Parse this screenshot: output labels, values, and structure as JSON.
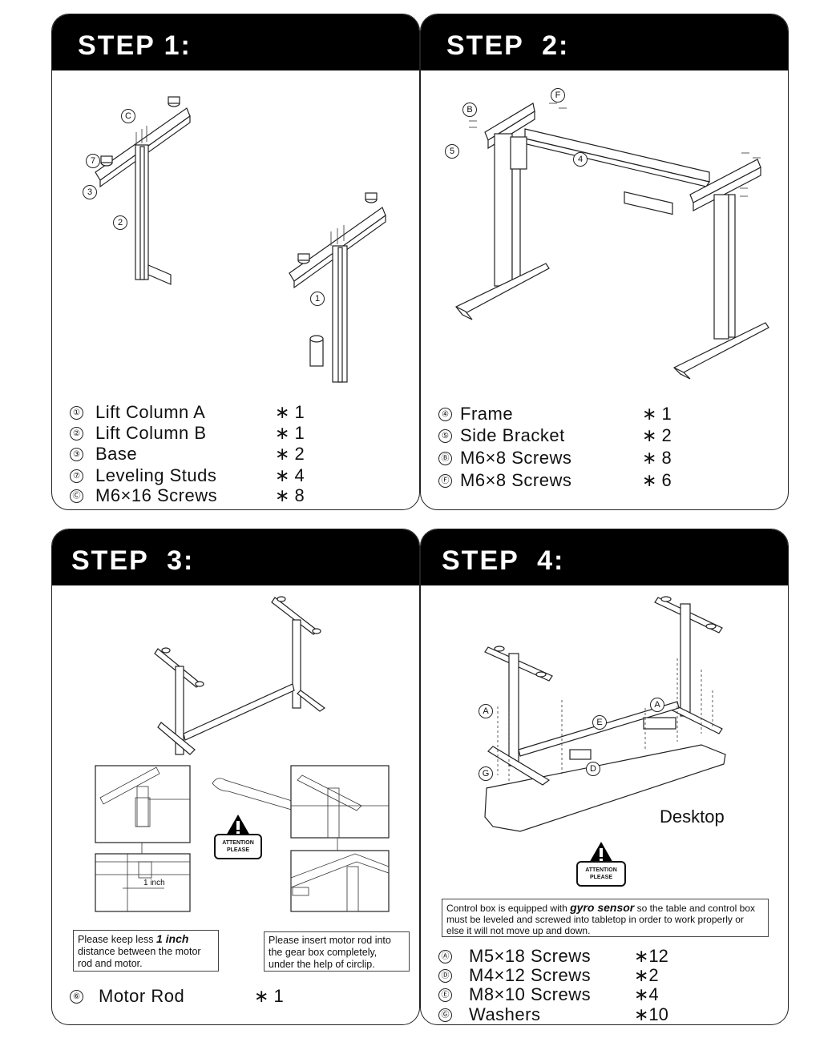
{
  "steps": [
    {
      "title": "STEP 1:",
      "parts": [
        {
          "mark": "①",
          "name": "Lift Column  A",
          "qty": "∗ 1"
        },
        {
          "mark": "②",
          "name": "Lift Column  B",
          "qty": "∗ 1"
        },
        {
          "mark": "③",
          "name": "Base",
          "qty": "∗ 2"
        },
        {
          "mark": "⑦",
          "name": "Leveling Studs",
          "qty": "∗ 4"
        },
        {
          "mark": "Ⓒ",
          "name": "M6×16  Screws",
          "qty": "∗ 8"
        }
      ],
      "callouts": {
        "c": "C",
        "seven": "7",
        "three": "3",
        "two": "2",
        "one": "1"
      }
    },
    {
      "title": "STEP  2:",
      "parts": [
        {
          "mark": "④",
          "name": "Frame",
          "qty": "∗ 1"
        },
        {
          "mark": "⑤",
          "name": "Side Bracket",
          "qty": "∗ 2"
        },
        {
          "mark": "Ⓑ",
          "name": "M6×8 Screws",
          "qty": "∗ 8"
        },
        {
          "mark": "Ⓕ",
          "name": "M6×8 Screws",
          "qty": "∗ 6"
        }
      ],
      "callouts": {
        "b": "B",
        "f": "F",
        "five": "5",
        "four": "4"
      }
    },
    {
      "title": "STEP  3:",
      "parts": [
        {
          "mark": "⑥",
          "name": "Motor Rod",
          "qty": "∗ 1"
        }
      ],
      "notes": {
        "left_pre": "Please keep less ",
        "left_em": "1 inch",
        "left_post": " distance between the motor rod and motor.",
        "right": "Please insert motor rod into the gear box completely, under the help of circlip."
      },
      "inch_label": "1 inch",
      "attention": {
        "line1": "ATTENTION",
        "line2": "PLEASE"
      }
    },
    {
      "title": "STEP  4:",
      "parts": [
        {
          "mark": "Ⓐ",
          "name": "M5×18 Screws",
          "qty": "∗12"
        },
        {
          "mark": "Ⓓ",
          "name": "M4×12 Screws",
          "qty": "∗2"
        },
        {
          "mark": "Ⓔ",
          "name": "M8×10 Screws",
          "qty": "∗4"
        },
        {
          "mark": "Ⓖ",
          "name": "Washers",
          "qty": "∗10"
        }
      ],
      "desktop_label": "Desktop",
      "attention": {
        "line1": "ATTENTION",
        "line2": "PLEASE"
      },
      "note": {
        "pre": "Control box is equipped with ",
        "em": "gyro sensor",
        "post": " so the table and control box must be leveled and screwed into tabletop in order to work properly or else it will not move up and down."
      },
      "callouts": {
        "a1": "A",
        "a2": "A",
        "e": "E",
        "g": "G",
        "d": "D"
      }
    }
  ]
}
